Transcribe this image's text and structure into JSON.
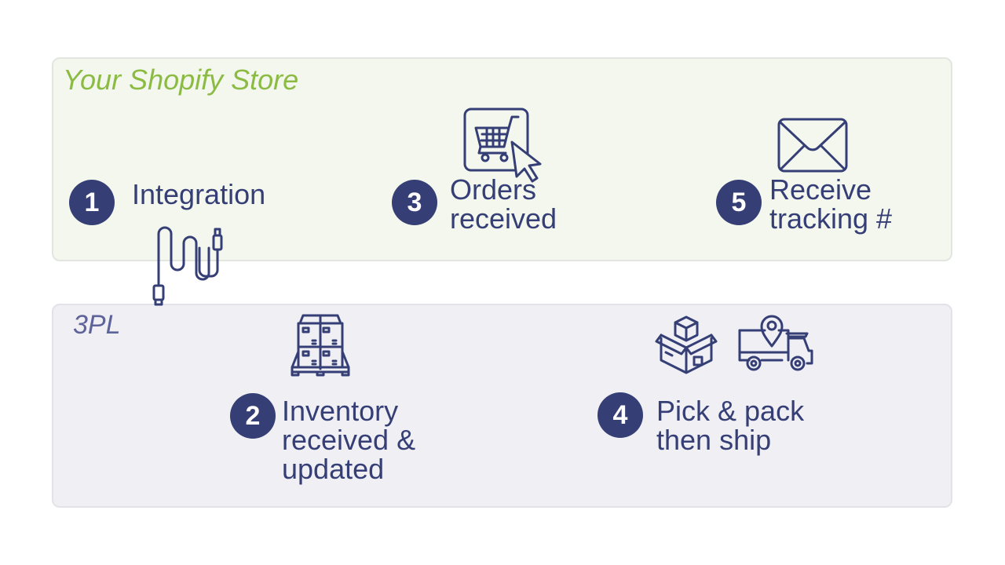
{
  "panels": {
    "store": {
      "title": "Your Shopify Store",
      "color": "#f3f7ee",
      "title_color": "#8cbb44"
    },
    "tpl": {
      "title": "3PL",
      "color": "#efeff4",
      "title_color": "#5e6399"
    }
  },
  "steps": [
    {
      "number": "1",
      "label": "Integration",
      "icon": "usb-cable-icon"
    },
    {
      "number": "2",
      "label_lines": [
        "Inventory",
        "received &",
        "updated"
      ],
      "icon": "pallet-boxes-icon"
    },
    {
      "number": "3",
      "label_lines": [
        "Orders",
        "received"
      ],
      "icon": "shopping-cart-click-icon"
    },
    {
      "number": "4",
      "label_lines": [
        "Pick & pack",
        "then ship"
      ],
      "icon": [
        "open-box-icon",
        "delivery-truck-icon"
      ]
    },
    {
      "number": "5",
      "label_lines": [
        "Receive",
        "tracking #"
      ],
      "icon": "envelope-icon"
    }
  ],
  "colors": {
    "accent": "#353f76"
  }
}
